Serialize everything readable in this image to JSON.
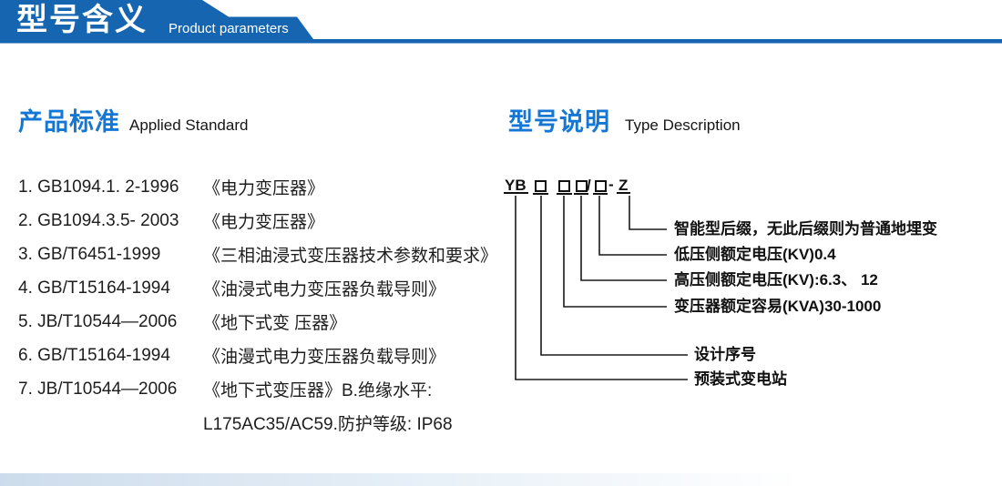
{
  "banner": {
    "title": "型号含义",
    "subtitle": "Product parameters"
  },
  "left": {
    "heading_zh": "产品标准",
    "heading_en": "Applied Standard",
    "items": [
      {
        "code": "1. GB1094.1. 2-1996",
        "title": "《电力变压器》"
      },
      {
        "code": "2. GB1094.3.5- 2003",
        "title": "《电力变压器》"
      },
      {
        "code": "3. GB/T6451-1999",
        "title": "《三相油浸式变压器技术参数和要求》"
      },
      {
        "code": "4. GB/T15164-1994",
        "title": "《油浸式电力变压器负载导则》"
      },
      {
        "code": "5. JB/T10544—2006",
        "title": "《地下式变 压器》"
      },
      {
        "code": "6. GB/T15164-1994",
        "title": "《油漫式电力变压器负载导则》"
      },
      {
        "code": "7. JB/T10544—2006",
        "title": "《地下式变压器》B.绝缘水平:"
      },
      {
        "code": "",
        "title": "L175AC35/AC59.防护等级: IP68"
      }
    ]
  },
  "right": {
    "heading_zh": "型号说明",
    "heading_en": "Type Description",
    "model": {
      "prefix": "YB",
      "slash": "/",
      "dash": "-",
      "suffix": "Z"
    },
    "labels": [
      "智能型后缀，无此后缀则为普通地埋变",
      "低压侧额定电压(KV)0.4",
      "高压侧额定电压(KV):6.3、 12",
      "变压器额定容易(KVA)30-1000",
      "设计序号",
      "预装式变电站"
    ]
  },
  "colors": {
    "banner_blue": "#1565b0",
    "accent_blue": "#1577d4",
    "text_black": "#111111"
  }
}
